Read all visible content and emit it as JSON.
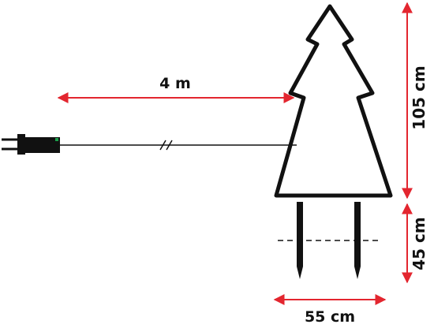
{
  "labels": {
    "cable_length": "4 m",
    "tree_height": "105 cm",
    "stake_height": "45 cm",
    "base_width": "55 cm"
  },
  "colors": {
    "dimension_arrow": "#e3262f",
    "outline": "#111111",
    "plug_indicator": "#1aa04a"
  }
}
